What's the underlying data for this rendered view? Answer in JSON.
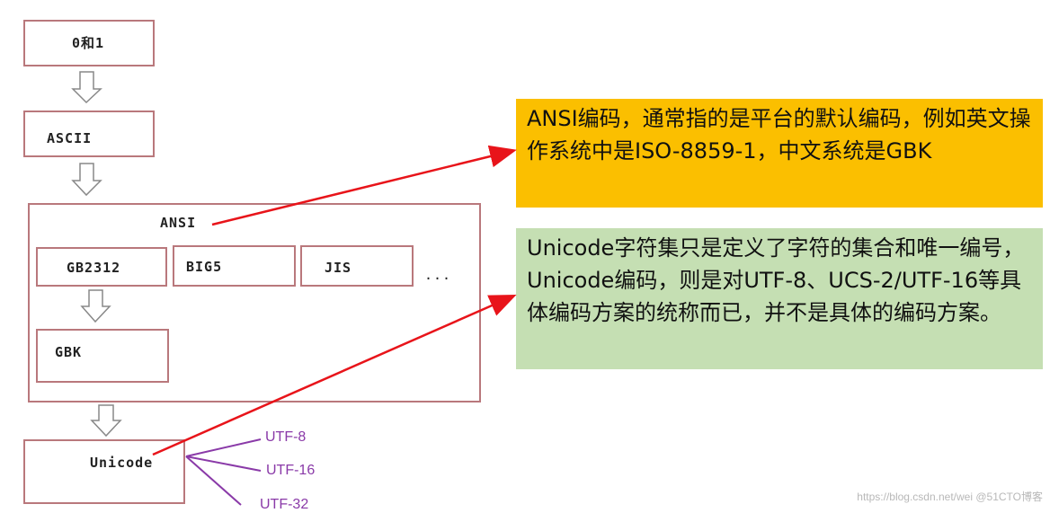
{
  "nodes": {
    "binary": "0和1",
    "ascii": "ASCII",
    "ansi": "ANSI",
    "gb2312": "GB2312",
    "big5": "BIG5",
    "jis": "JIS",
    "ellipsis": "...",
    "gbk": "GBK",
    "unicode": "Unicode"
  },
  "utf_variants": [
    "UTF-8",
    "UTF-16",
    "UTF-32"
  ],
  "notes": {
    "ansi": "ANSI编码，通常指的是平台的默认编码，例如英文操作系统中是ISO-8859-1，中文系统是GBK",
    "unicode": "Unicode字符集只是定义了字符的集合和唯一编号，Unicode编码，则是对UTF-8、UCS-2/UTF-16等具体编码方案的统称而已，并不是具体的编码方案。"
  },
  "colors": {
    "box_border": "#b9787c",
    "ansi_note_bg": "#fbbf00",
    "unicode_note_bg": "#c5dfb3",
    "arrow_red": "#e8141a",
    "utf_purple": "#8a3aa8"
  },
  "watermark": "https://blog.csdn.net/wei @51CTO博客"
}
